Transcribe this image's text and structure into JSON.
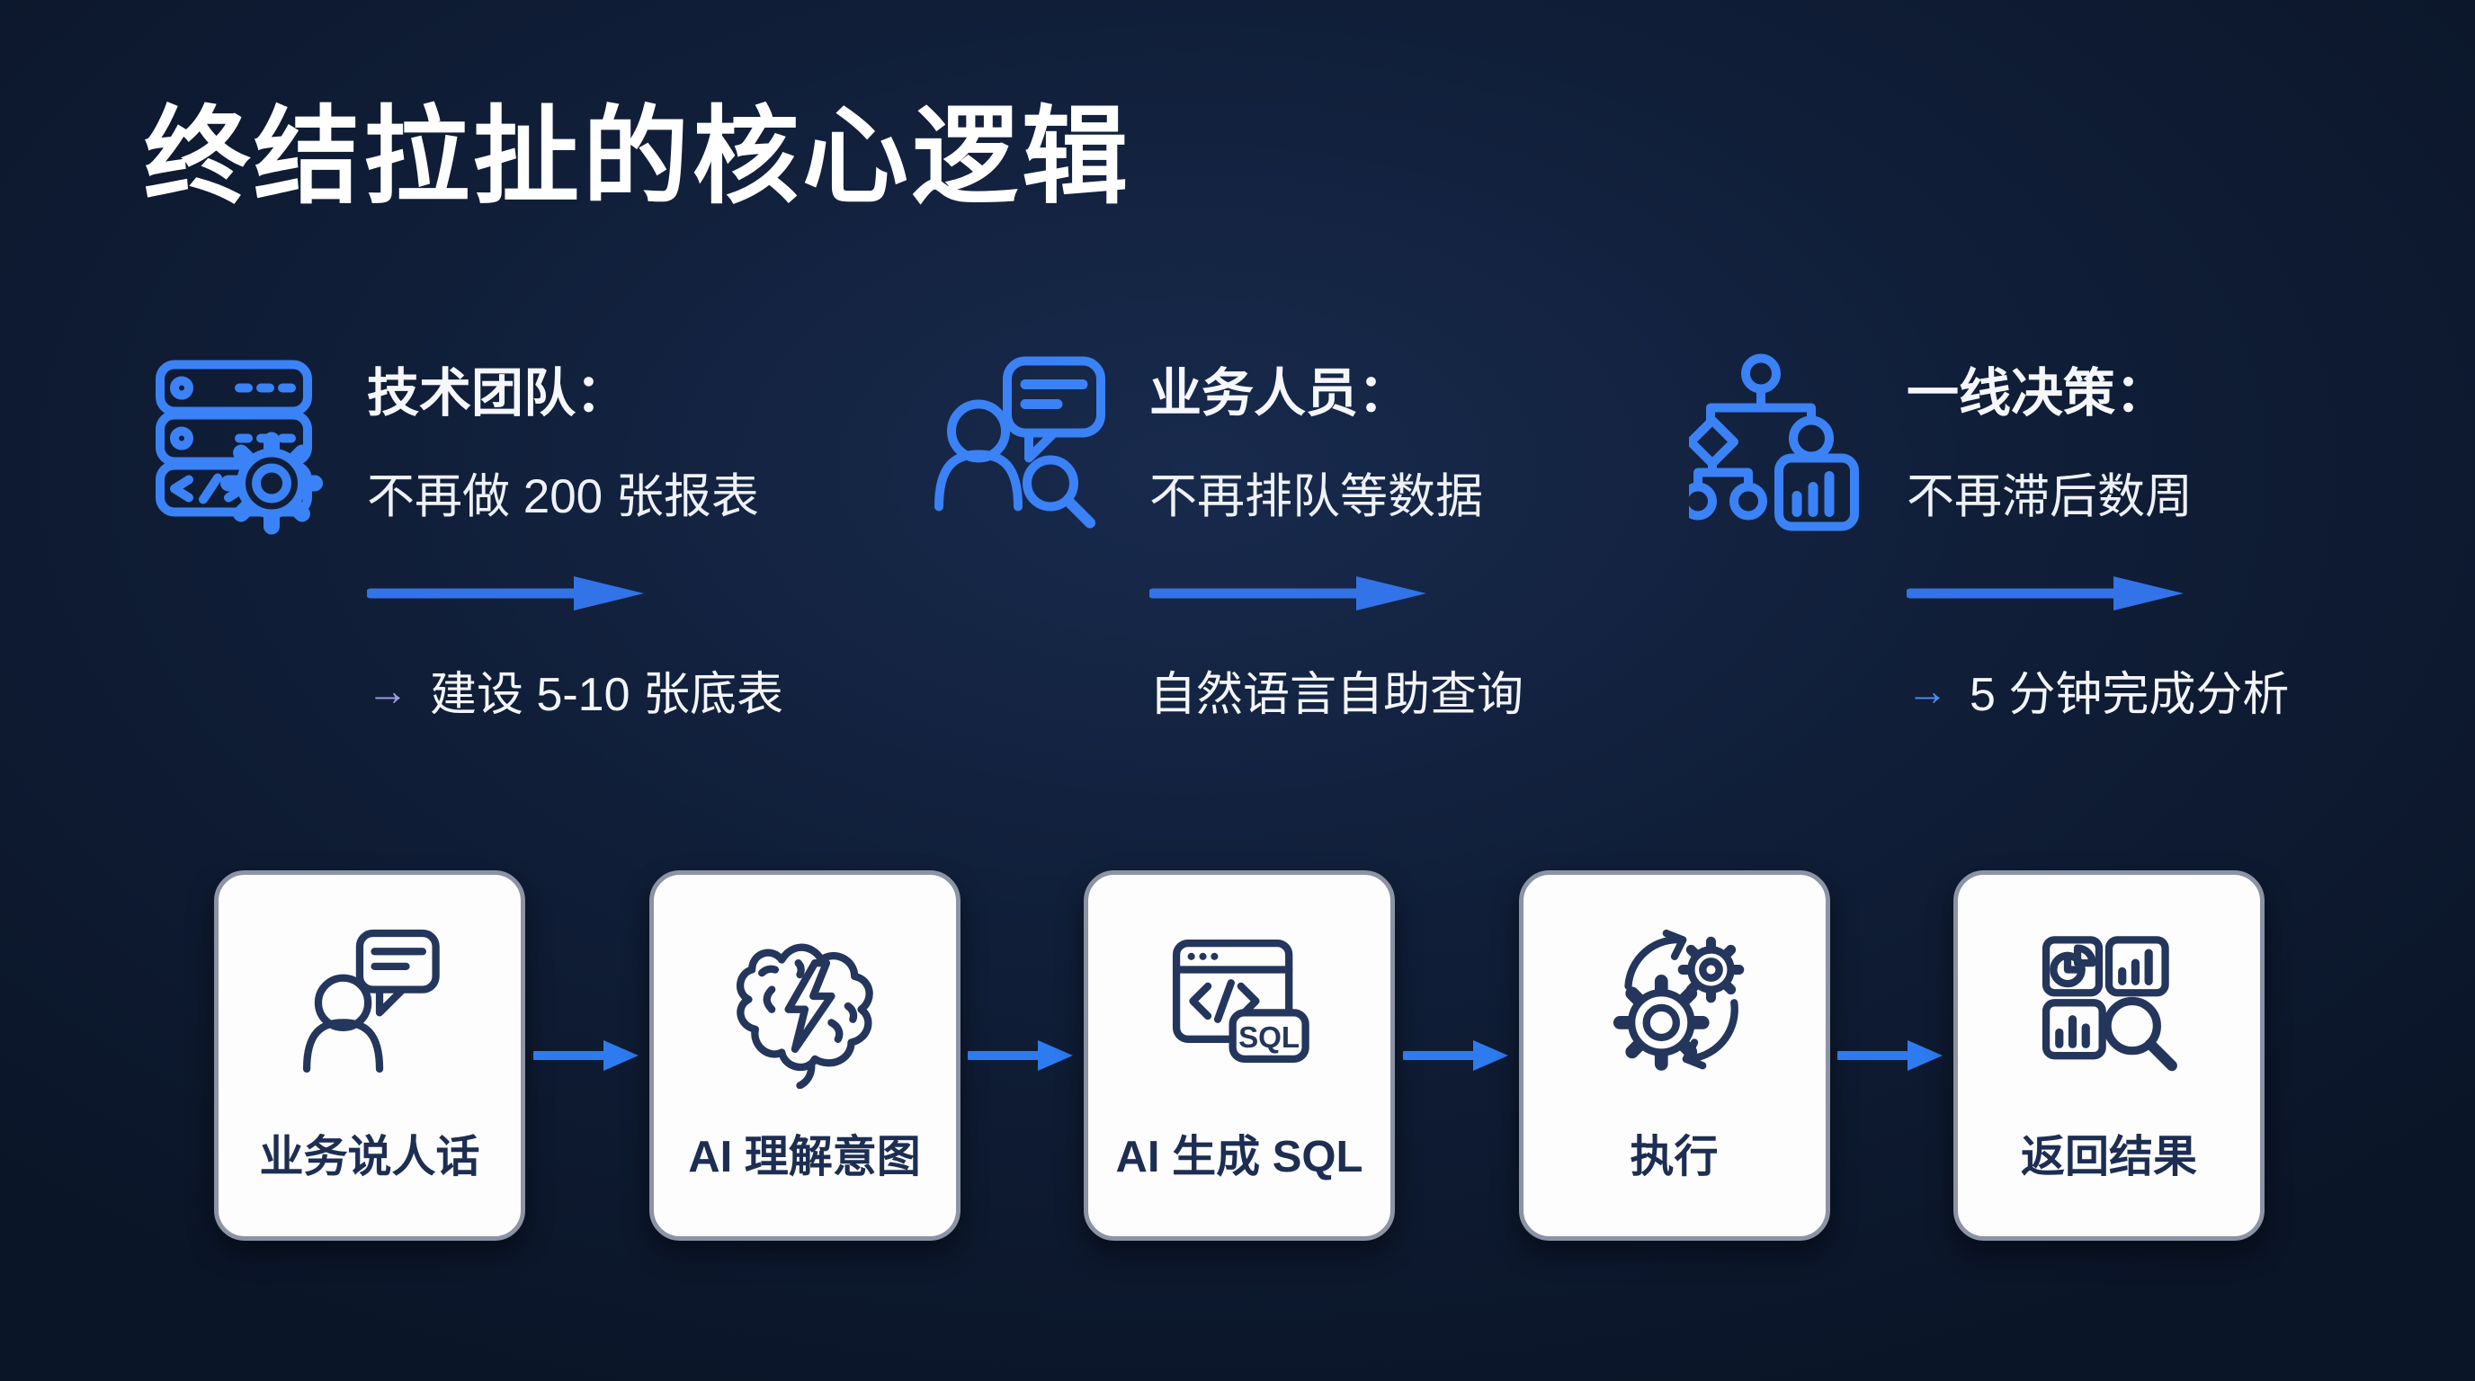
{
  "page": {
    "title": "终结拉扯的核心逻辑"
  },
  "colors": {
    "background": "#101e38",
    "accent_blue": "#3b82f6",
    "arrow_blue": "#3273e8",
    "title_white": "#ffffff",
    "card_bg": "#fdfdfe",
    "card_border": "#8b93a5",
    "icon_navy": "#24365c",
    "outcome_arrow_lavender": "#a29fe0",
    "outcome_arrow_blue": "#4b8ef2"
  },
  "pillars": [
    {
      "heading": "技术团队：",
      "pain": "不再做 200 张报表",
      "outcome_prefix": "→",
      "outcome": "建设 5-10 张底表",
      "icon": "server-stack-gear"
    },
    {
      "heading": "业务人员：",
      "pain": "不再排队等数据",
      "outcome_prefix": "",
      "outcome": "自然语言自助查询",
      "icon": "person-chat-search"
    },
    {
      "heading": "一线决策：",
      "pain": "不再滞后数周",
      "outcome_prefix": "→",
      "outcome": "5 分钟完成分析",
      "icon": "flowchart-chart"
    }
  ],
  "flow": {
    "steps": [
      {
        "label": "业务说人话",
        "icon": "person-speech-bubble"
      },
      {
        "label": "AI 理解意图",
        "icon": "brain-lightning"
      },
      {
        "label": "AI 生成 SQL",
        "icon": "code-window-sql",
        "badge": "SQL"
      },
      {
        "label": "执行",
        "icon": "gears-sync"
      },
      {
        "label": "返回结果",
        "icon": "dashboard-magnifier"
      }
    ]
  }
}
